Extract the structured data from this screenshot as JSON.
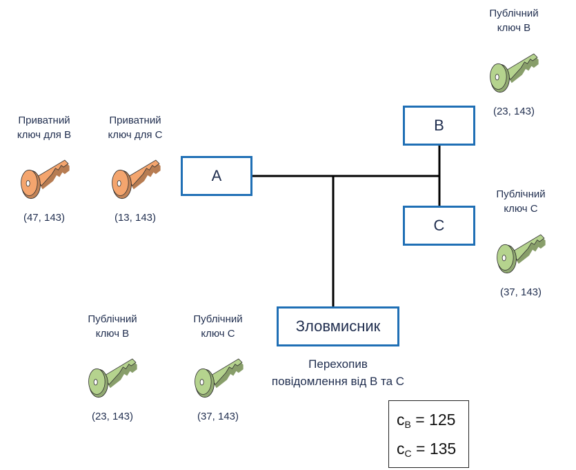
{
  "nodes": {
    "a": "A",
    "b": "B",
    "c": "C",
    "attacker": "Зловмисник"
  },
  "keys": {
    "private_b": {
      "label_1": "Приватний",
      "label_2": "ключ для B",
      "value": "(47, 143)",
      "color": "#f4a56e"
    },
    "private_c": {
      "label_1": "Приватний",
      "label_2": "ключ для C",
      "value": "(13, 143)",
      "color": "#f4a56e"
    },
    "public_b_top": {
      "label_1": "Публічний",
      "label_2": "ключ B",
      "value": "(23, 143)",
      "color": "#b5d38e"
    },
    "public_c_right": {
      "label_1": "Публічний",
      "label_2": "ключ C",
      "value": "(37, 143)",
      "color": "#b5d38e"
    },
    "public_b_bottom": {
      "label_1": "Публічний",
      "label_2": "ключ B",
      "value": "(23, 143)",
      "color": "#b5d38e"
    },
    "public_c_bottom": {
      "label_1": "Публічний",
      "label_2": "ключ C",
      "value": "(37, 143)",
      "color": "#b5d38e"
    }
  },
  "interception": {
    "line_1": "Перехопив",
    "line_2": "повідомлення від B та C"
  },
  "ciphertexts": {
    "b": {
      "var": "c",
      "sub": "B",
      "rest": " = 125"
    },
    "c": {
      "var": "c",
      "sub": "C",
      "rest": " = 135"
    }
  },
  "colors": {
    "node_border": "#1f6fb5",
    "text": "#1f2d4e",
    "private_key": "#f4a56e",
    "public_key": "#b5d38e"
  }
}
